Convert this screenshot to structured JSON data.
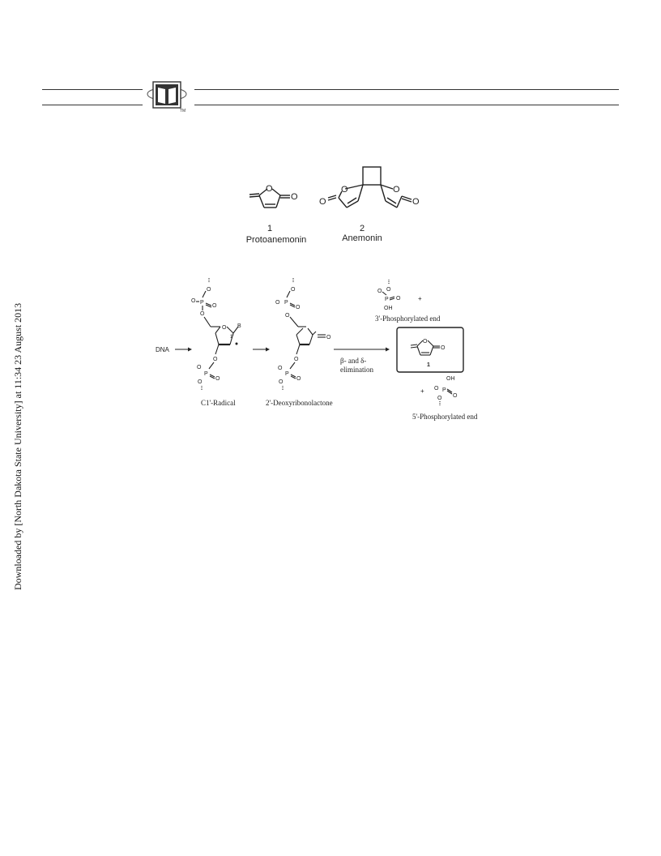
{
  "header": {
    "logo_tm": "TM"
  },
  "side_note": "Downloaded by [North Dakota State University] at 11:34 23 August 2013",
  "figure1": {
    "compound1_number": "1",
    "compound1_name": "Protoanemonin",
    "compound2_number": "2",
    "compound2_name": "Anemonin",
    "atom_O": "O"
  },
  "figure2": {
    "dna_label": "DNA",
    "radical_label": "C1'-Radical",
    "lactone_label": "2'-Deoxyribonolactone",
    "elimination_line1": "β- and δ-",
    "elimination_line2": "elimination",
    "phos3_label": "3'-Phosphorylated end",
    "phos5_label": "5'-Phosphorylated end",
    "product_number": "1",
    "plus": "+",
    "base_label": "B",
    "c1_label": "1'",
    "atom_O": "O",
    "atom_P": "P",
    "atom_OH": "OH"
  }
}
